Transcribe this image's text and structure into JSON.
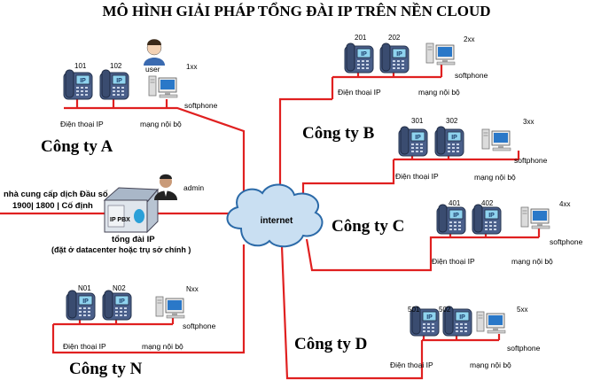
{
  "title": "MÔ HÌNH GIẢI PHÁP TỔNG ĐÀI IP TRÊN NỀN CLOUD",
  "colors": {
    "line": "#e02020",
    "phone": "#4a5f8a",
    "cloud": "#c9dff2",
    "cloud_edge": "#2b6aa8"
  },
  "internet_label": "internet",
  "isp": {
    "line1": "nhà cung cấp dịch Đầu số",
    "line2": "1900| 1800 | Cố định"
  },
  "pbx": {
    "label": "tổng đài IP",
    "sublabel": "(đặt ở datacenter hoặc trụ sở chính )",
    "icon_text": "IP PBX"
  },
  "admin_label": "admin",
  "user_label": "user",
  "phone_icon_text": "IP",
  "companies": {
    "a": {
      "name": "Công ty A",
      "ext1": "101",
      "ext2": "102",
      "range": "1xx",
      "phone_label": "Điện thoại IP",
      "lan_label": "mạng nội bộ",
      "soft_label": "softphone"
    },
    "b": {
      "name": "Công ty B",
      "ext1": "201",
      "ext2": "202",
      "range": "2xx",
      "phone_label": "Điện thoại IP",
      "lan_label": "mạng nội bộ",
      "soft_label": "softphone"
    },
    "b2": {
      "ext1": "301",
      "ext2": "302",
      "range": "3xx",
      "phone_label": "Điện thoại IP",
      "lan_label": "mạng nội bộ",
      "soft_label": "softphone"
    },
    "c": {
      "name": "Công ty C",
      "ext1": "401",
      "ext2": "402",
      "range": "4xx",
      "phone_label": "Điện thoại IP",
      "lan_label": "mạng nội bộ",
      "soft_label": "softphone"
    },
    "d": {
      "name": "Công ty D",
      "ext1": "501",
      "ext2": "502",
      "range": "5xx",
      "phone_label": "Điện thoại IP",
      "lan_label": "mạng nội bộ",
      "soft_label": "softphone"
    },
    "n": {
      "name": "Công ty N",
      "ext1": "N01",
      "ext2": "N02",
      "range": "Nxx",
      "phone_label": "Điện thoại IP",
      "lan_label": "mạng nội bộ",
      "soft_label": "softphone"
    }
  }
}
